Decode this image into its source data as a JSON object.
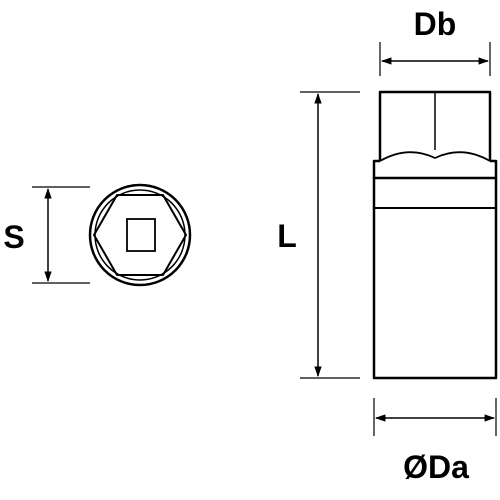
{
  "labels": {
    "s": "S",
    "l": "L",
    "db": "Db",
    "da": "ØDa"
  },
  "colors": {
    "line": "#000000",
    "background": "#ffffff"
  }
}
